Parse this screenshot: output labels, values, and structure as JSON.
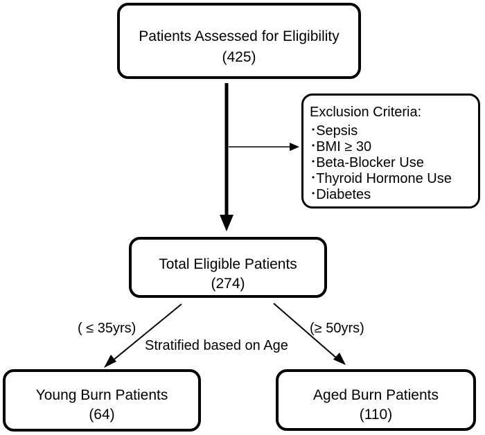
{
  "boxes": {
    "assessed": {
      "title": "Patients Assessed for Eligibility",
      "count": "(425)"
    },
    "exclusion": {
      "title": "Exclusion Criteria:",
      "bullet": "•",
      "items": [
        "Sepsis",
        "BMI ≥ 30",
        "Beta-Blocker Use",
        "Thyroid Hormone Use",
        "Diabetes"
      ]
    },
    "eligible": {
      "title": "Total Eligible Patients",
      "count": "(274)"
    },
    "young": {
      "title": "Young Burn Patients",
      "count": "(64)"
    },
    "aged": {
      "title": "Aged Burn Patients",
      "count": "(110)"
    }
  },
  "labels": {
    "young_age": "( ≤ 35yrs)",
    "aged_age": "(≥ 50yrs)",
    "stratified": "Stratified based on Age"
  }
}
